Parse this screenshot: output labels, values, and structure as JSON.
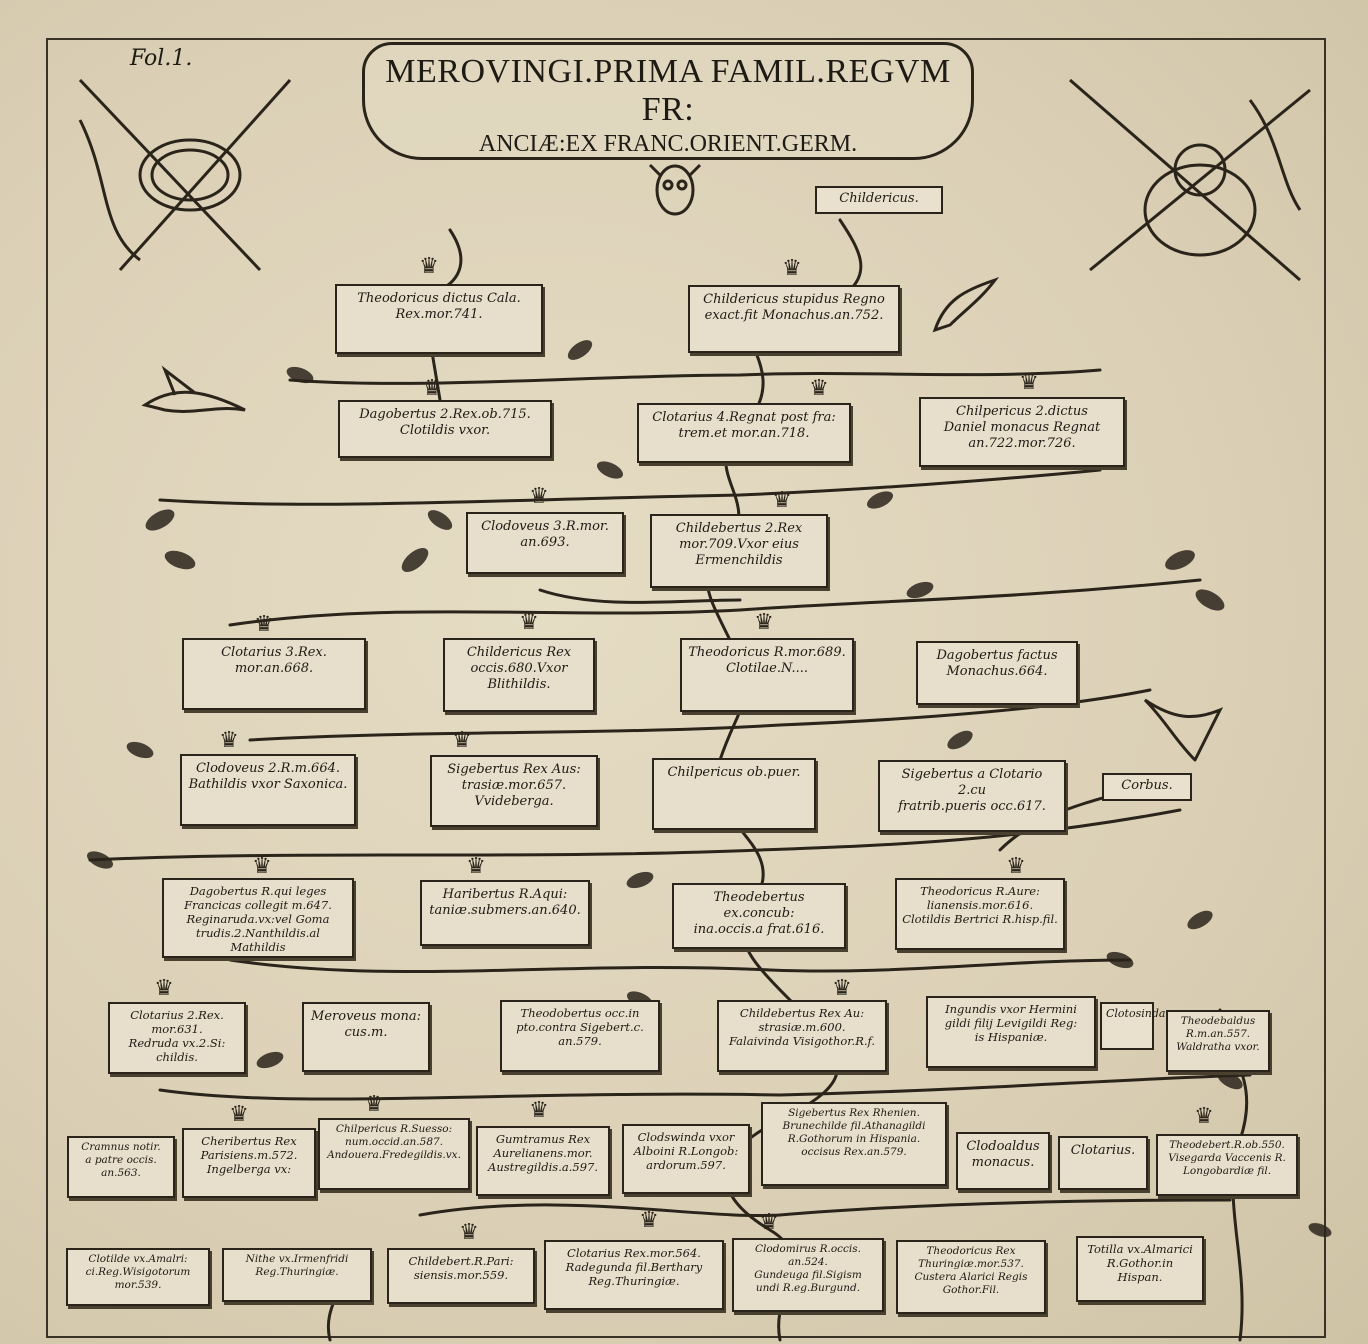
{
  "header": {
    "folio": "Fol.1.",
    "title_line1": "MEROVINGI.PRIMA FAMIL.REGVM FR:",
    "title_line2": "ANCIÆ:EX FRANC.ORIENT.GERM."
  },
  "banners": [
    {
      "text": "Childericus."
    },
    {
      "text": "Corbus."
    },
    {
      "text": "Clotosinda."
    }
  ],
  "nodes": [
    {
      "lines": [
        "Theodoricus dictus Cala.",
        "Rex.mor.741."
      ]
    },
    {
      "lines": [
        "Childericus stupidus Regno",
        "exact.fit Monachus.an.752."
      ]
    },
    {
      "lines": [
        "Dagobertus 2.Rex.ob.715.",
        "Clotildis vxor."
      ]
    },
    {
      "lines": [
        "Clotarius 4.Regnat post fra:",
        "trem.et mor.an.718."
      ]
    },
    {
      "lines": [
        "Chilpericus 2.dictus",
        "Daniel monacus Regnat",
        "an.722.mor.726."
      ]
    },
    {
      "lines": [
        "Clodoveus 3.R.mor.",
        "an.693."
      ]
    },
    {
      "lines": [
        "Childebertus 2.Rex",
        "mor.709.Vxor eius",
        "Ermenchildis"
      ]
    },
    {
      "lines": [
        "Clotarius 3.Rex.",
        "mor.an.668."
      ]
    },
    {
      "lines": [
        "Childericus Rex",
        "occis.680.Vxor",
        "Blithildis."
      ]
    },
    {
      "lines": [
        "Theodoricus R.mor.689.",
        "Clotilae.N...."
      ]
    },
    {
      "lines": [
        "Dagobertus factus",
        "Monachus.664."
      ]
    },
    {
      "lines": [
        "Clodoveus 2.R.m.664.",
        "Bathildis vxor Saxonica."
      ]
    },
    {
      "lines": [
        "Sigebertus Rex Aus:",
        "trasiæ.mor.657.",
        "Vvideberga."
      ]
    },
    {
      "lines": [
        "Chilpericus ob.puer."
      ]
    },
    {
      "lines": [
        "Sigebertus a Clotario 2.cu",
        "fratrib.pueris occ.617."
      ]
    },
    {
      "lines": [
        "Dagobertus R.qui leges",
        "Francicas collegit m.647.",
        "Reginaruda.vx:vel Goma",
        "trudis.2.Nanthildis.al Mathildis"
      ]
    },
    {
      "lines": [
        "Haribertus R.Aqui:",
        "taniæ.submers.an.640."
      ]
    },
    {
      "lines": [
        "Theodebertus ex.concub:",
        "ina.occis.a frat.616."
      ]
    },
    {
      "lines": [
        "Theodoricus R.Aure:",
        "lianensis.mor.616.",
        "Clotildis Bertrici R.hisp.fil."
      ]
    },
    {
      "lines": [
        "Clotarius 2.Rex.",
        "mor.631.",
        "Redruda vx.2.Si:",
        "childis."
      ]
    },
    {
      "lines": [
        "Meroveus mona:",
        "cus.m."
      ]
    },
    {
      "lines": [
        "Theodobertus occ.in",
        "pto.contra Sigebert.c.",
        "an.579."
      ]
    },
    {
      "lines": [
        "Childebertus Rex Au:",
        "strasiæ.m.600.",
        "Falaivinda Visigothor.R.f."
      ]
    },
    {
      "lines": [
        "Ingundis vxor Hermini",
        "gildi filij Levigildi Reg:",
        "is Hispaniæ."
      ]
    },
    {
      "lines": [
        "Theodebaldus",
        "R.m.an.557.",
        "Waldratha vxor."
      ]
    },
    {
      "lines": [
        "Cramnus notir.",
        "a patre occis.",
        "an.563."
      ]
    },
    {
      "lines": [
        "Cheribertus Rex",
        "Parisiens.m.572.",
        "Ingelberga vx:"
      ]
    },
    {
      "lines": [
        "Chilpericus R.Suesso:",
        "num.occid.an.587.",
        "Andouera.Fredegildis.vx."
      ]
    },
    {
      "lines": [
        "Gumtramus Rex",
        "Aurelianens.mor.",
        "Austregildis.a.597."
      ]
    },
    {
      "lines": [
        "Clodswinda vxor",
        "Alboini R.Longob:",
        "ardorum.597."
      ]
    },
    {
      "lines": [
        "Sigebertus Rex Rhenien.",
        "Brunechilde fil.Athanagildi",
        "R.Gothorum in Hispania.",
        "occisus Rex.an.579."
      ]
    },
    {
      "lines": [
        "Clodoaldus",
        "monacus."
      ]
    },
    {
      "lines": [
        "Clotarius."
      ]
    },
    {
      "lines": [
        "Theodebert.R.ob.550.",
        "Visegarda Vaccenis R.",
        "Longobardiæ fil."
      ]
    },
    {
      "lines": [
        "Clotilde vx.Amalri:",
        "ci.Reg.Wisigotorum",
        "mor.539."
      ]
    },
    {
      "lines": [
        "Nithe vx.Irmenfridi",
        "Reg.Thuringiæ."
      ]
    },
    {
      "lines": [
        "Childebert.R.Pari:",
        "siensis.mor.559."
      ]
    },
    {
      "lines": [
        "Clotarius Rex.mor.564.",
        "Radegunda fil.Berthary",
        "Reg.Thuringiæ."
      ]
    },
    {
      "lines": [
        "Clodomirus R.occis.",
        "an.524.",
        "Gundeuga fil.Sigism",
        "undi R.eg.Burgund."
      ]
    },
    {
      "lines": [
        "Theodoricus Rex",
        "Thuringiæ.mor.537.",
        "Custera Alarici Regis",
        "Gothor.Fil."
      ]
    },
    {
      "lines": [
        "Totilla vx.Almarici",
        "R.Gothor.in Hispan."
      ]
    }
  ],
  "icons": {
    "crown": "crown-icon",
    "bird": "bird-icon",
    "skull": "skull-icon",
    "trophy": "trophy-of-arms-icon",
    "leaf": "leaf-icon"
  },
  "colors": {
    "paper": "#dcd1b7",
    "ink": "#2b241a",
    "box_fill": "#e7decb"
  }
}
